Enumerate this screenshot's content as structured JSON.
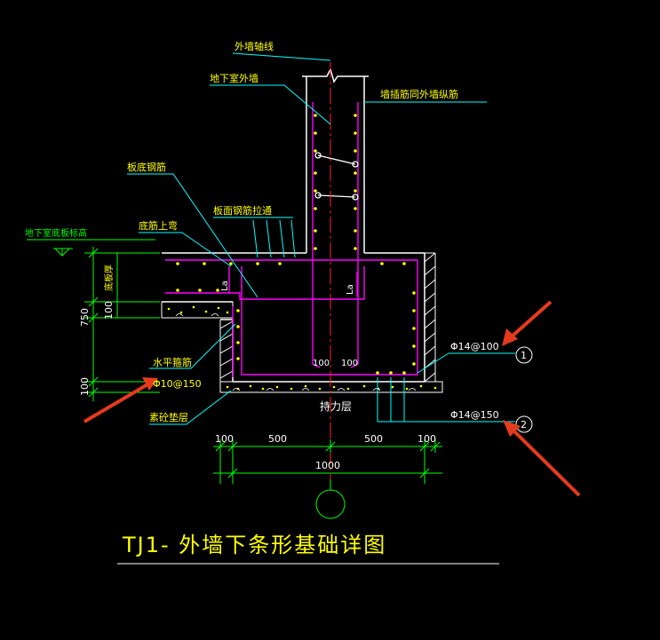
{
  "title": "TJ1- 外墙下条形基础详图",
  "labels": {
    "wall_axis": "外墙轴线",
    "basement_outer_wall": "地下室外墙",
    "wall_dowel_note": "墙插筋同外墙纵筋",
    "slab_bottom_rebar": "板底钢筋",
    "slab_top_rebar_through": "板面钢筋拉通",
    "bottom_rebar_bend_up": "底筋上弯",
    "basement_floor_elevation": "地下室底板标高",
    "slab_thickness": "底板厚",
    "horizontal_rebar": "水平箍筋",
    "horizontal_rebar_spec": "Φ10@150",
    "plain_concrete_cushion": "素砼垫层",
    "bearing_layer": "持力层",
    "la_left": "La",
    "la_right": "La",
    "dim_100_left": "100",
    "dim_100_right": "100"
  },
  "rebar_callouts": [
    {
      "spec": "Φ14@100",
      "tag": "1"
    },
    {
      "spec": "Φ14@150",
      "tag": "2"
    }
  ],
  "dimensions": {
    "vertical": [
      "750",
      "100",
      "100"
    ],
    "horizontal": [
      "100",
      "500",
      "500",
      "100"
    ],
    "total": "1000"
  },
  "colors": {
    "background": "#000000",
    "cyan": "#00ffff",
    "green": "#00ff00",
    "magenta": "#ff00ff",
    "red": "#ff2020",
    "yellow": "#ffff00",
    "white": "#ffffff",
    "arrow": "#e53a1e"
  }
}
